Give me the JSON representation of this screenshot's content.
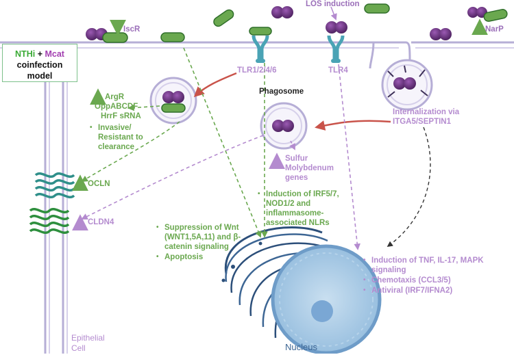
{
  "legend": {
    "nthi": "NTHi",
    "plus": "+",
    "mcat": "Mcat",
    "line2": "coinfection",
    "line3": "model"
  },
  "labels": {
    "iscr": "IscR",
    "los_induction": "LOS induction",
    "narp": "NarP",
    "tlr126": "TLR1/2/4/6",
    "tlr4": "TLR4",
    "phagosome": "Phagosome",
    "argr": "ArgR",
    "oppabcdf": "OppABCDF",
    "hrrf": "HrrF sRNA",
    "internalization_1": "Internalization via",
    "internalization_2": "ITGA5/SEPTIN1",
    "sulfur_1": "Sulfur",
    "sulfur_2": "Molybdenum",
    "sulfur_3": "genes",
    "ocln": "OCLN",
    "cldn4": "CLDN4",
    "epithelial_1": "Epithelial",
    "epithelial_2": "Cell",
    "nucleus": "Nucleus"
  },
  "lists": {
    "invasive": [
      "Invasive/ Resistant to clearance"
    ],
    "irf": [
      "Induction of IRF5/7, NOD1/2 and inflammasome-associated NLRs"
    ],
    "wnt": [
      "Suppression of Wnt (WNT1,5A,11) and β-catenin signaling",
      "Apoptosis"
    ],
    "tnf": [
      "Induction of TNF, IL-17, MAPK signaling",
      "Chemotaxis (CCL3/5)",
      "Antiviral (IRF7/IFNA2)"
    ]
  },
  "colors": {
    "nthi_green": "#6aa84f",
    "mcat_purple": "#b48bcf",
    "bacteria_dark": "#5b2a6e",
    "membrane": "#b6aed6",
    "tlr_receptor": "#4aa3b5",
    "red_arrow": "#c9534a",
    "nucleus_blue": "#9ec4e2"
  }
}
